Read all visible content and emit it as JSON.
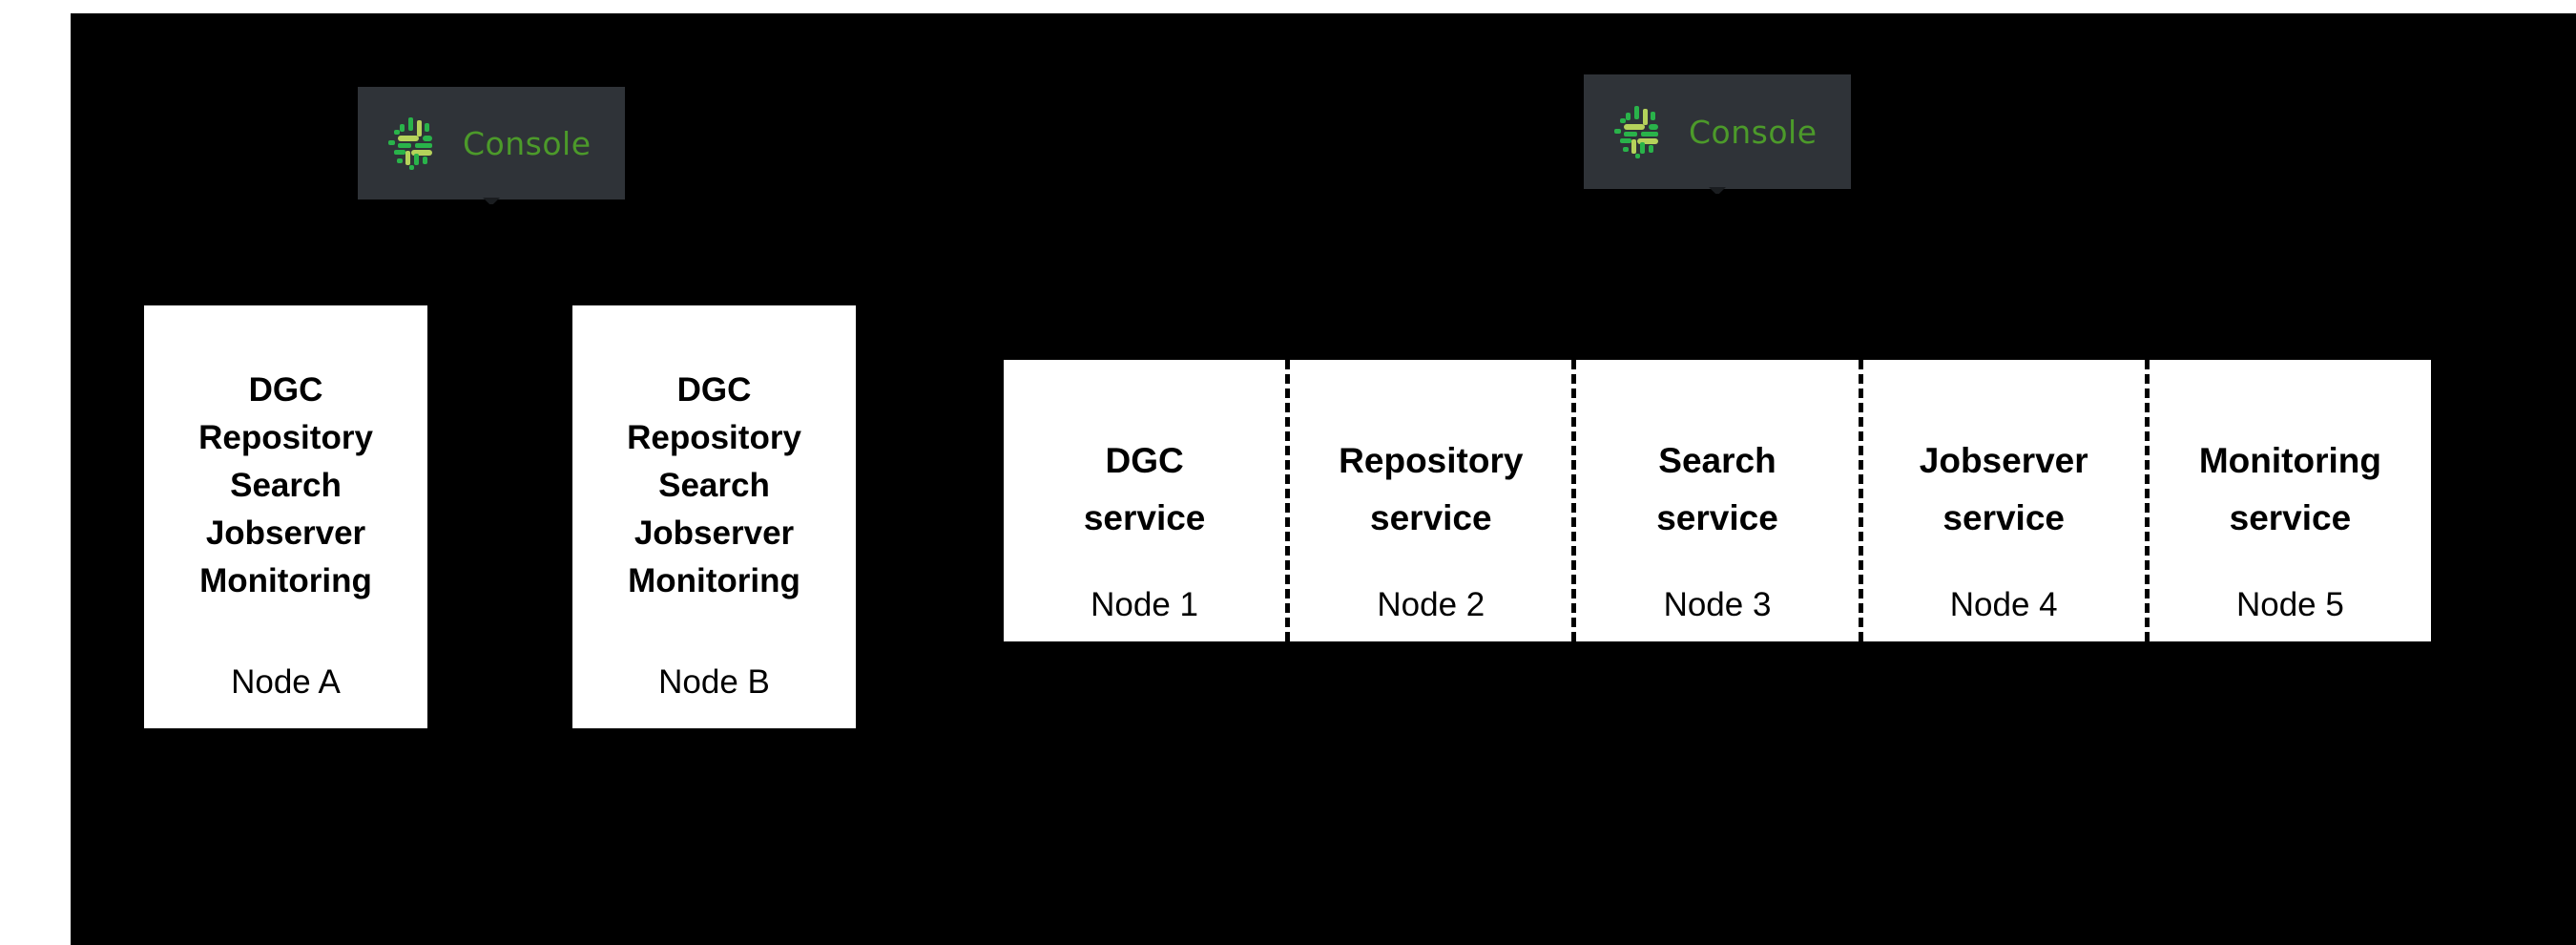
{
  "colors": {
    "canvas_background": "#ffffff",
    "diagram_background": "#000000",
    "card_background": "#ffffff",
    "badge_background": "#2f3338",
    "badge_text": "#4c9a2a",
    "logo_green_dark": "#27a243",
    "logo_green_light": "#b5d25b",
    "text": "#000000"
  },
  "badges": [
    {
      "label": "Console",
      "icon": "console-logo-icon"
    },
    {
      "label": "Console",
      "icon": "console-logo-icon"
    }
  ],
  "node_cards": [
    {
      "services": "DGC\nRepository\nSearch\nJobserver\nMonitoring",
      "node_label": "Node A"
    },
    {
      "services": "DGC\nRepository\nSearch\nJobserver\nMonitoring",
      "node_label": "Node B"
    }
  ],
  "cluster": {
    "cells": [
      {
        "service": "DGC\nservice",
        "node_label": "Node 1"
      },
      {
        "service": "Repository\nservice",
        "node_label": "Node 2"
      },
      {
        "service": "Search\nservice",
        "node_label": "Node 3"
      },
      {
        "service": "Jobserver\nservice",
        "node_label": "Node 4"
      },
      {
        "service": "Monitoring\nservice",
        "node_label": "Node 5"
      }
    ]
  }
}
